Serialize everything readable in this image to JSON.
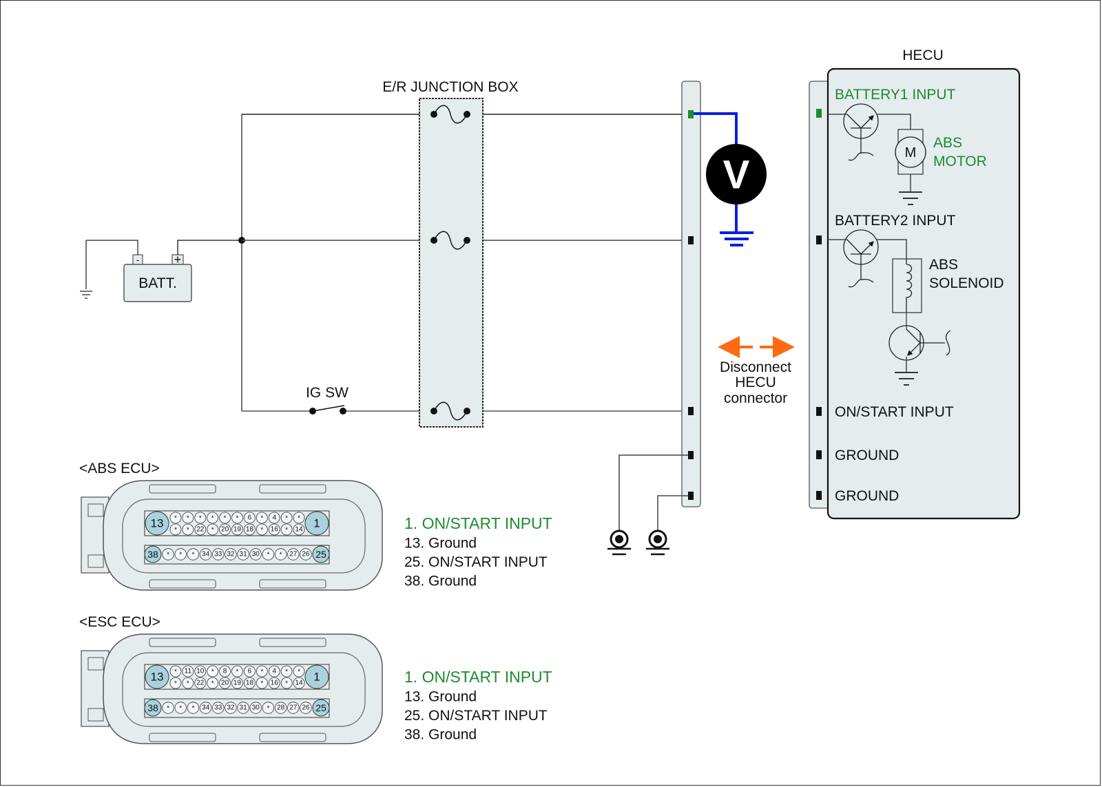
{
  "colors": {
    "wire": "#333333",
    "meter_wire": "#0a1fe0",
    "accent_green": "#1f8a2e",
    "arrow_orange": "#ff6a13",
    "panel_fill": "#e4ecee",
    "pin_highlight": "#a9d2dc"
  },
  "labels": {
    "junction_box": "E/R JUNCTION BOX",
    "battery": "BATT.",
    "battery_neg": "-",
    "battery_pos": "+",
    "ig_sw": "IG SW",
    "voltmeter": "V",
    "disconnect_line1": "Disconnect",
    "disconnect_line2": "HECU",
    "disconnect_line3": "connector",
    "hecu_title": "HECU",
    "motor_symbol": "M"
  },
  "hecu": {
    "pins": [
      {
        "label": "BATTERY1 INPUT",
        "highlight": true
      },
      {
        "label": "BATTERY2 INPUT",
        "highlight": false
      },
      {
        "label": "ON/START INPUT",
        "highlight": false
      },
      {
        "label": "GROUND",
        "highlight": false
      },
      {
        "label": "GROUND",
        "highlight": false
      }
    ],
    "abs_motor_line1": "ABS",
    "abs_motor_line2": "MOTOR",
    "abs_solenoid_line1": "ABS",
    "abs_solenoid_line2": "SOLENOID"
  },
  "connectors": [
    {
      "title": "<ABS ECU>",
      "top_row": [
        "*",
        "*",
        "*",
        "*",
        "*",
        "*",
        "6",
        "*",
        "4",
        "*",
        "*"
      ],
      "mid_row": [
        "*",
        "*",
        "22",
        "*",
        "20",
        "19",
        "18",
        "*",
        "16",
        "*",
        "14"
      ],
      "bottom_row": [
        "*",
        "*",
        "*",
        "34",
        "33",
        "32",
        "31",
        "30",
        "*",
        "*",
        "27",
        "26"
      ],
      "big_left": "13",
      "big_right": "1",
      "bottom_left": "38",
      "bottom_right": "25",
      "legend": [
        {
          "text": "1. ON/START INPUT",
          "highlight": true
        },
        {
          "text": "13. Ground",
          "highlight": false
        },
        {
          "text": "25. ON/START INPUT",
          "highlight": false
        },
        {
          "text": "38. Ground",
          "highlight": false
        }
      ]
    },
    {
      "title": "<ESC ECU>",
      "top_row": [
        "*",
        "11",
        "10",
        "*",
        "8",
        "*",
        "6",
        "*",
        "4",
        "*",
        "*"
      ],
      "mid_row": [
        "*",
        "*",
        "22",
        "*",
        "20",
        "19",
        "18",
        "*",
        "16",
        "*",
        "14"
      ],
      "bottom_row": [
        "*",
        "*",
        "*",
        "34",
        "33",
        "32",
        "31",
        "30",
        "*",
        "28",
        "27",
        "26"
      ],
      "big_left": "13",
      "big_right": "1",
      "bottom_left": "38",
      "bottom_right": "25",
      "legend": [
        {
          "text": "1. ON/START INPUT",
          "highlight": true
        },
        {
          "text": "13. Ground",
          "highlight": false
        },
        {
          "text": "25. ON/START INPUT",
          "highlight": false
        },
        {
          "text": "38. Ground",
          "highlight": false
        }
      ]
    }
  ]
}
